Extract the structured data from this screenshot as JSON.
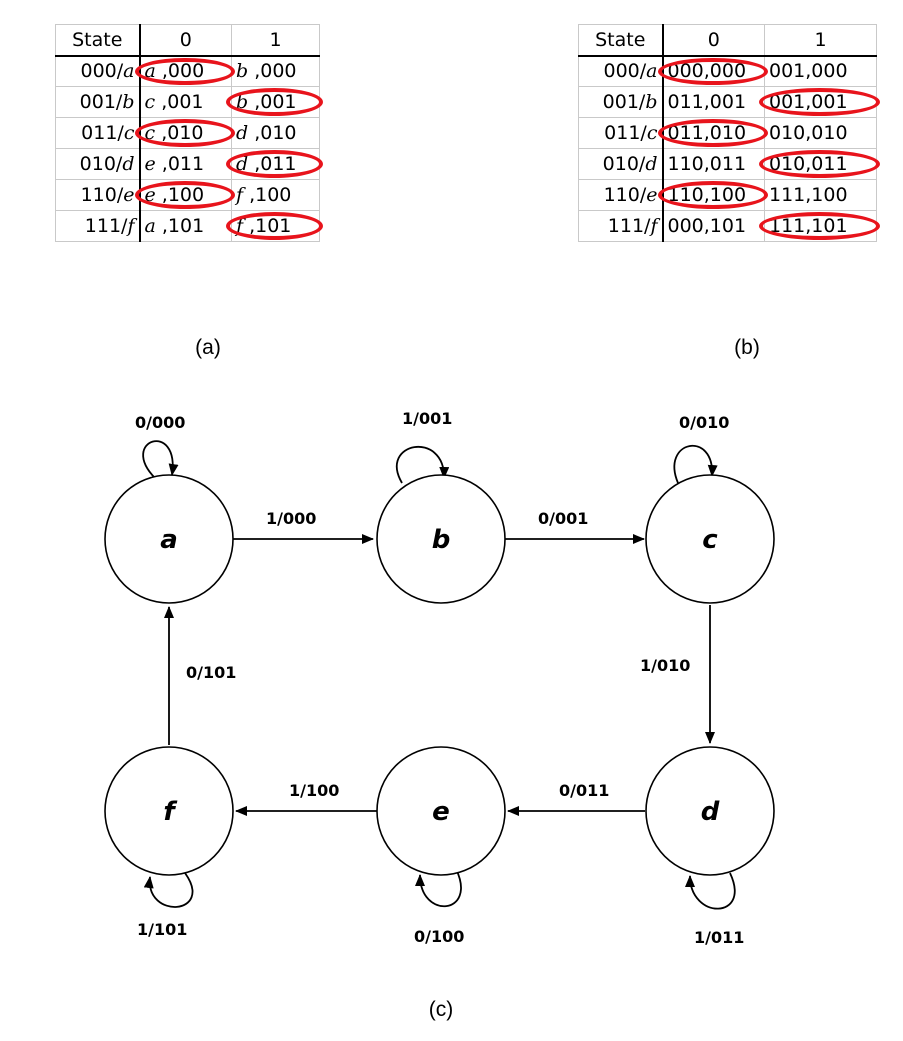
{
  "table_a": {
    "caption": "(a)",
    "header": [
      "State",
      "0",
      "1"
    ],
    "rows": [
      {
        "state_code": "000/",
        "state_letter": "a",
        "c0_letter": "a",
        "c0_out": " ,000",
        "c1_letter": "b",
        "c1_out": " ,000",
        "circled": "c0"
      },
      {
        "state_code": "001/",
        "state_letter": "b",
        "c0_letter": "c",
        "c0_out": " ,001",
        "c1_letter": "b",
        "c1_out": " ,001",
        "circled": "c1"
      },
      {
        "state_code": "011/",
        "state_letter": "c",
        "c0_letter": "c",
        "c0_out": " ,010",
        "c1_letter": "d",
        "c1_out": " ,010",
        "circled": "c0"
      },
      {
        "state_code": "010/",
        "state_letter": "d",
        "c0_letter": "e",
        "c0_out": " ,011",
        "c1_letter": "d",
        "c1_out": " ,011",
        "circled": "c1"
      },
      {
        "state_code": "110/",
        "state_letter": "e",
        "c0_letter": "e",
        "c0_out": " ,100",
        "c1_letter": "f",
        "c1_out": " ,100",
        "circled": "c0"
      },
      {
        "state_code": "111/",
        "state_letter": "f",
        "c0_letter": "a",
        "c0_out": " ,101",
        "c1_letter": "f",
        "c1_out": " ,101",
        "circled": "c1"
      }
    ]
  },
  "table_b": {
    "caption": "(b)",
    "header": [
      "State",
      "0",
      "1"
    ],
    "rows": [
      {
        "state_code": "000/",
        "state_letter": "a",
        "c0": "000,000",
        "c1": "001,000",
        "circled": "c0"
      },
      {
        "state_code": "001/",
        "state_letter": "b",
        "c0": "011,001",
        "c1": "001,001",
        "circled": "c1"
      },
      {
        "state_code": "011/",
        "state_letter": "c",
        "c0": "011,010",
        "c1": "010,010",
        "circled": "c0"
      },
      {
        "state_code": "010/",
        "state_letter": "d",
        "c0": "110,011",
        "c1": "010,011",
        "circled": "c1"
      },
      {
        "state_code": "110/",
        "state_letter": "e",
        "c0": "110,100",
        "c1": "111,100",
        "circled": "c0"
      },
      {
        "state_code": "111/",
        "state_letter": "f",
        "c0": "000,101",
        "c1": "111,101",
        "circled": "c1"
      }
    ]
  },
  "diagram": {
    "caption": "(c)",
    "nodes": {
      "a": "a",
      "b": "b",
      "c": "c",
      "d": "d",
      "e": "e",
      "f": "f"
    },
    "edge_labels": {
      "a_self": "0/000",
      "b_self": "1/001",
      "c_self": "0/010",
      "d_self": "1/011",
      "e_self": "0/100",
      "f_self": "1/101",
      "a_to_b": "1/000",
      "b_to_c": "0/001",
      "c_to_d": "1/010",
      "d_to_e": "0/011",
      "e_to_f": "1/100",
      "f_to_a": "0/101"
    }
  },
  "colors": {
    "highlight": "#e8141c"
  }
}
